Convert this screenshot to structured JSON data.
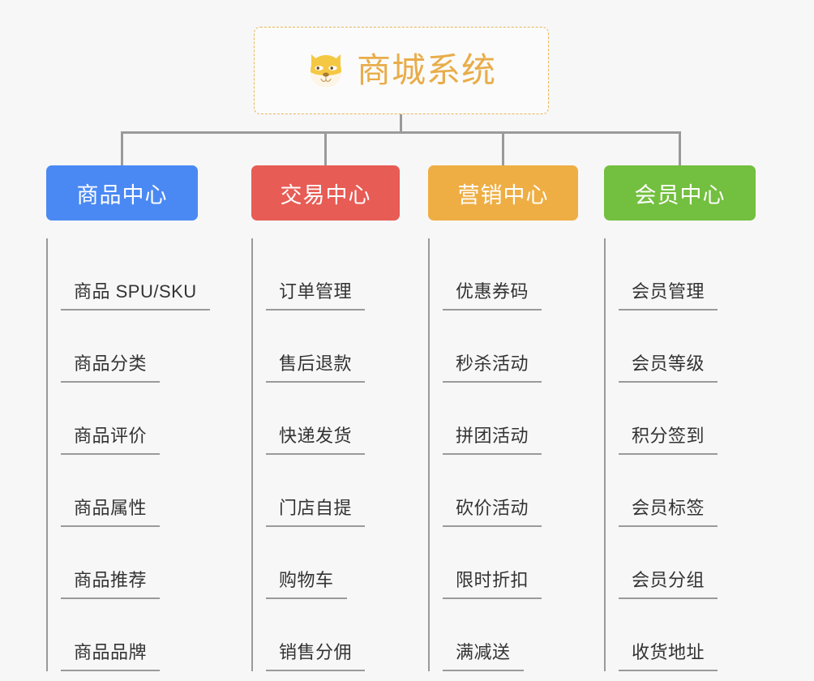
{
  "root": {
    "title": "商城系统",
    "icon": "dog-face-icon",
    "border_color": "#e8b558",
    "title_color": "#e8ad4a",
    "background": "#fbfbfb"
  },
  "canvas": {
    "background": "#f7f7f7",
    "connector_color": "#9a9a9a"
  },
  "columns": [
    {
      "header": "商品中心",
      "color": "#4a89f3",
      "items": [
        "商品 SPU/SKU",
        "商品分类",
        "商品评价",
        "商品属性",
        "商品推荐",
        "商品品牌"
      ]
    },
    {
      "header": "交易中心",
      "color": "#e75c55",
      "items": [
        "订单管理",
        "售后退款",
        "快递发货",
        "门店自提",
        "购物车",
        "销售分佣"
      ]
    },
    {
      "header": "营销中心",
      "color": "#eeae44",
      "items": [
        "优惠券码",
        "秒杀活动",
        "拼团活动",
        "砍价活动",
        "限时折扣",
        "满减送"
      ]
    },
    {
      "header": "会员中心",
      "color": "#73bf3f",
      "items": [
        "会员管理",
        "会员等级",
        "积分签到",
        "会员标签",
        "会员分组",
        "收货地址"
      ]
    }
  ]
}
